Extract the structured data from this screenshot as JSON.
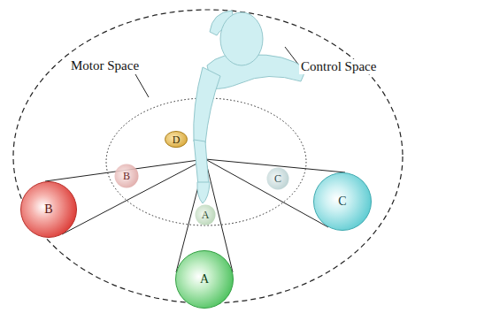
{
  "diagram": {
    "nodes": [
      {
        "text": [
          "D"
        ]
      },
      {
        "text": [
          "B"
        ]
      },
      {
        "text": [
          "C"
        ]
      },
      {
        "text": [
          "B"
        ]
      },
      {
        "text": [
          "A"
        ]
      },
      {
        "text": [
          "C"
        ]
      },
      {
        "text": [
          "A"
        ]
      }
    ],
    "labels": [
      "Motor Space",
      "Control Space"
    ]
  }
}
